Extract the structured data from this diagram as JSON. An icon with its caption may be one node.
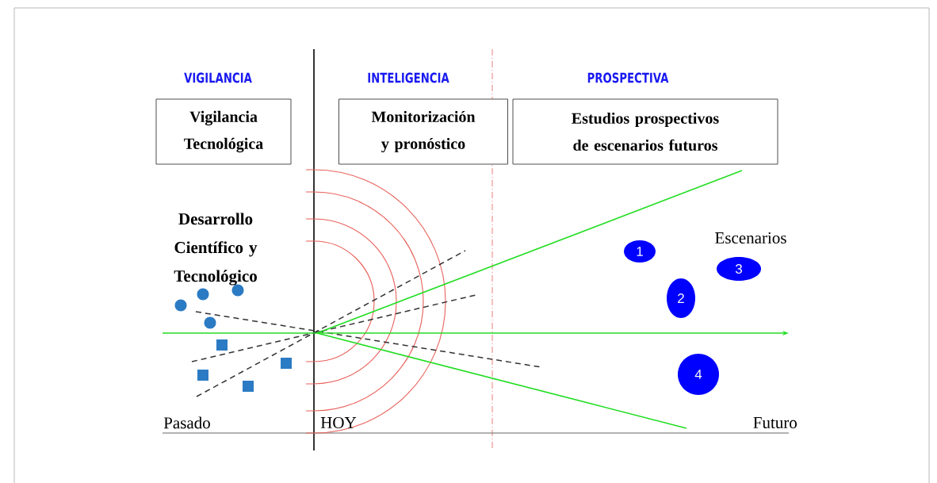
{
  "diagram": {
    "nodes": [
      {
        "text": [
          "Vigilancia Tecnológica"
        ]
      },
      {
        "text": [
          "Monitorización y pronóstico"
        ]
      },
      {
        "text": [
          "Estudios prospectivos de escenarios futuros"
        ]
      },
      {
        "text": [
          "1"
        ]
      },
      {
        "text": [
          "2"
        ]
      },
      {
        "text": [
          "3"
        ]
      },
      {
        "text": [
          "4"
        ]
      }
    ],
    "labels": [
      "VIGILANCIA",
      "INTELIGENCIA",
      "PROSPECTIVA",
      "Desarrollo Científico y Tecnológico",
      "Escenarios",
      "Pasado",
      "HOY",
      "Futuro"
    ]
  }
}
